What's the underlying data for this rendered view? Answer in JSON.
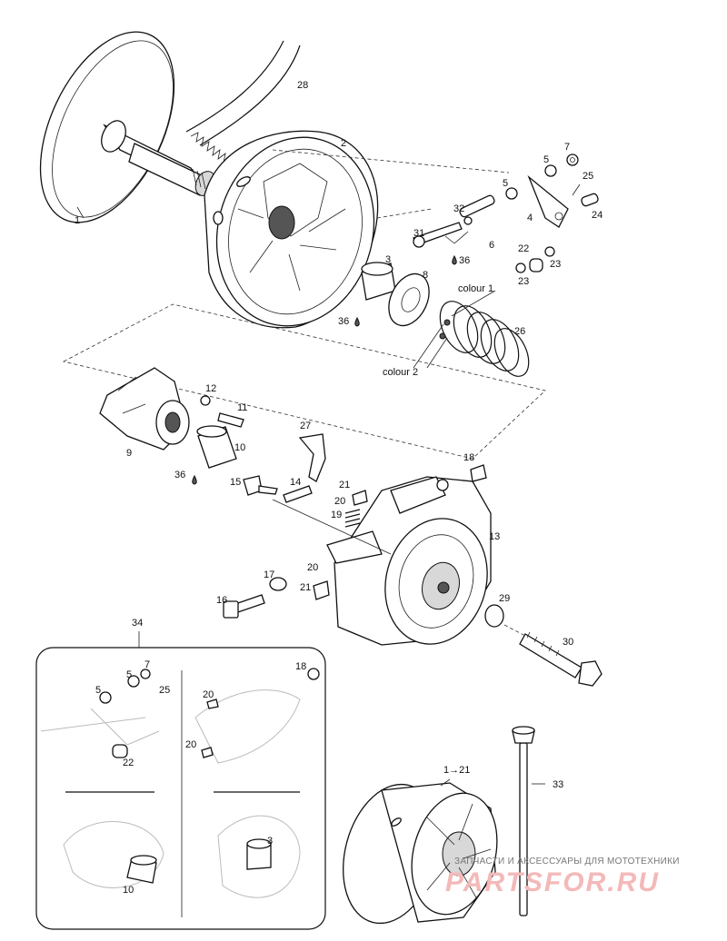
{
  "labels": {
    "p1": "1",
    "p28": "28",
    "p2": "2",
    "p5a": "5",
    "p7a": "7",
    "p25a": "25",
    "p32": "32",
    "p5b": "5",
    "p4": "4",
    "p24": "24",
    "p31": "31",
    "p6": "6",
    "p36a": "36",
    "p22a": "22",
    "p23a": "23",
    "p23b": "23",
    "p3a": "3",
    "p8": "8",
    "p36b": "36",
    "colour1": "colour 1",
    "p26": "26",
    "colour2": "colour 2",
    "p12": "12",
    "p11": "11",
    "p9": "9",
    "p10a": "10",
    "p36c": "36",
    "p27": "27",
    "p18a": "18",
    "p15": "15",
    "p14": "14",
    "p21a": "21",
    "p20a": "20",
    "p19": "19",
    "p13": "13",
    "p17": "17",
    "p20b": "20",
    "p21b": "21",
    "p16": "16",
    "p29": "29",
    "p30": "30",
    "p34": "34",
    "p7b": "7",
    "p5c": "5",
    "p5d": "5",
    "p25b": "25",
    "p22b": "22",
    "p20c": "20",
    "p18b": "18",
    "p20d": "20",
    "p3b": "3",
    "p10b": "10",
    "p33": "33",
    "p1to21": "1→21"
  },
  "watermark": {
    "line1": "ЗАПЧАСТИ И АКСЕССУАРЫ ДЛЯ МОТОТЕХНИКИ",
    "line2": "PARTSFOR.RU"
  },
  "colors": {
    "ink": "#111111",
    "watermark": "#f3b9b9"
  }
}
